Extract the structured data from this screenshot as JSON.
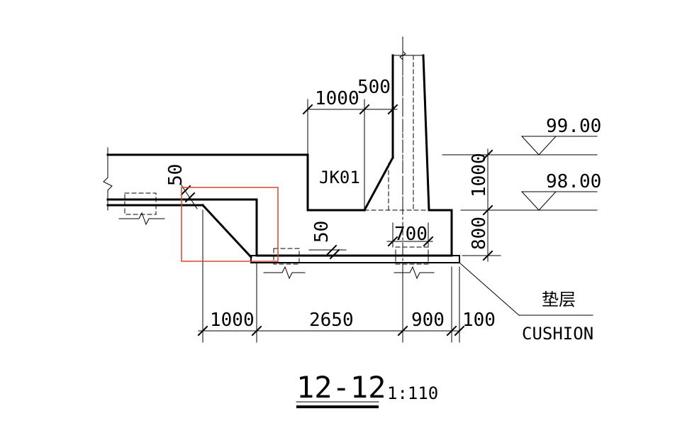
{
  "drawing": {
    "title": "12-12",
    "scale": "1:110",
    "label_jk": "JK01",
    "elevations": [
      "99.00",
      "98.00"
    ],
    "cushion_cn": "垫层",
    "cushion_en": "CUSHION",
    "dims": {
      "top_1000": "1000",
      "top_500": "500",
      "left_50": "50",
      "mid_50": "50",
      "d_700": "700",
      "v_1000": "1000",
      "v_800": "800",
      "b_1000": "1000",
      "b_2650": "2650",
      "b_900": "900",
      "b_100": "100"
    },
    "colors": {
      "line": "#000000",
      "highlight": "#d9442e"
    }
  }
}
